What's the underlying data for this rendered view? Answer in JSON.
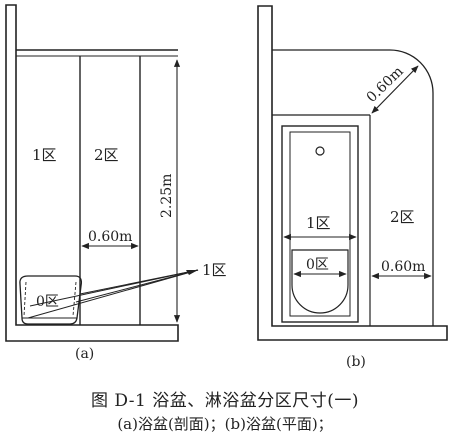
{
  "diagram": {
    "panel_a": {
      "zone1": "1区",
      "zone2": "2区",
      "zone0": "0区",
      "zone1_pointer": "1区",
      "height_dim": "2.25m",
      "width_dim": "0.60m",
      "sublabel": "(a)"
    },
    "panel_b": {
      "zone1": "1区",
      "zone0": "0区",
      "zone2": "2区",
      "diag_dim": "0.60m",
      "width_dim": "0.60m",
      "sublabel": "(b)"
    }
  },
  "caption": {
    "title": "图 D-1   浴盆、淋浴盆分区尺寸(一)",
    "subtitle": "(a)浴盆(剖面)；(b)浴盆(平面)；"
  },
  "colors": {
    "ink": "#222222",
    "wall": "#ffffff"
  }
}
